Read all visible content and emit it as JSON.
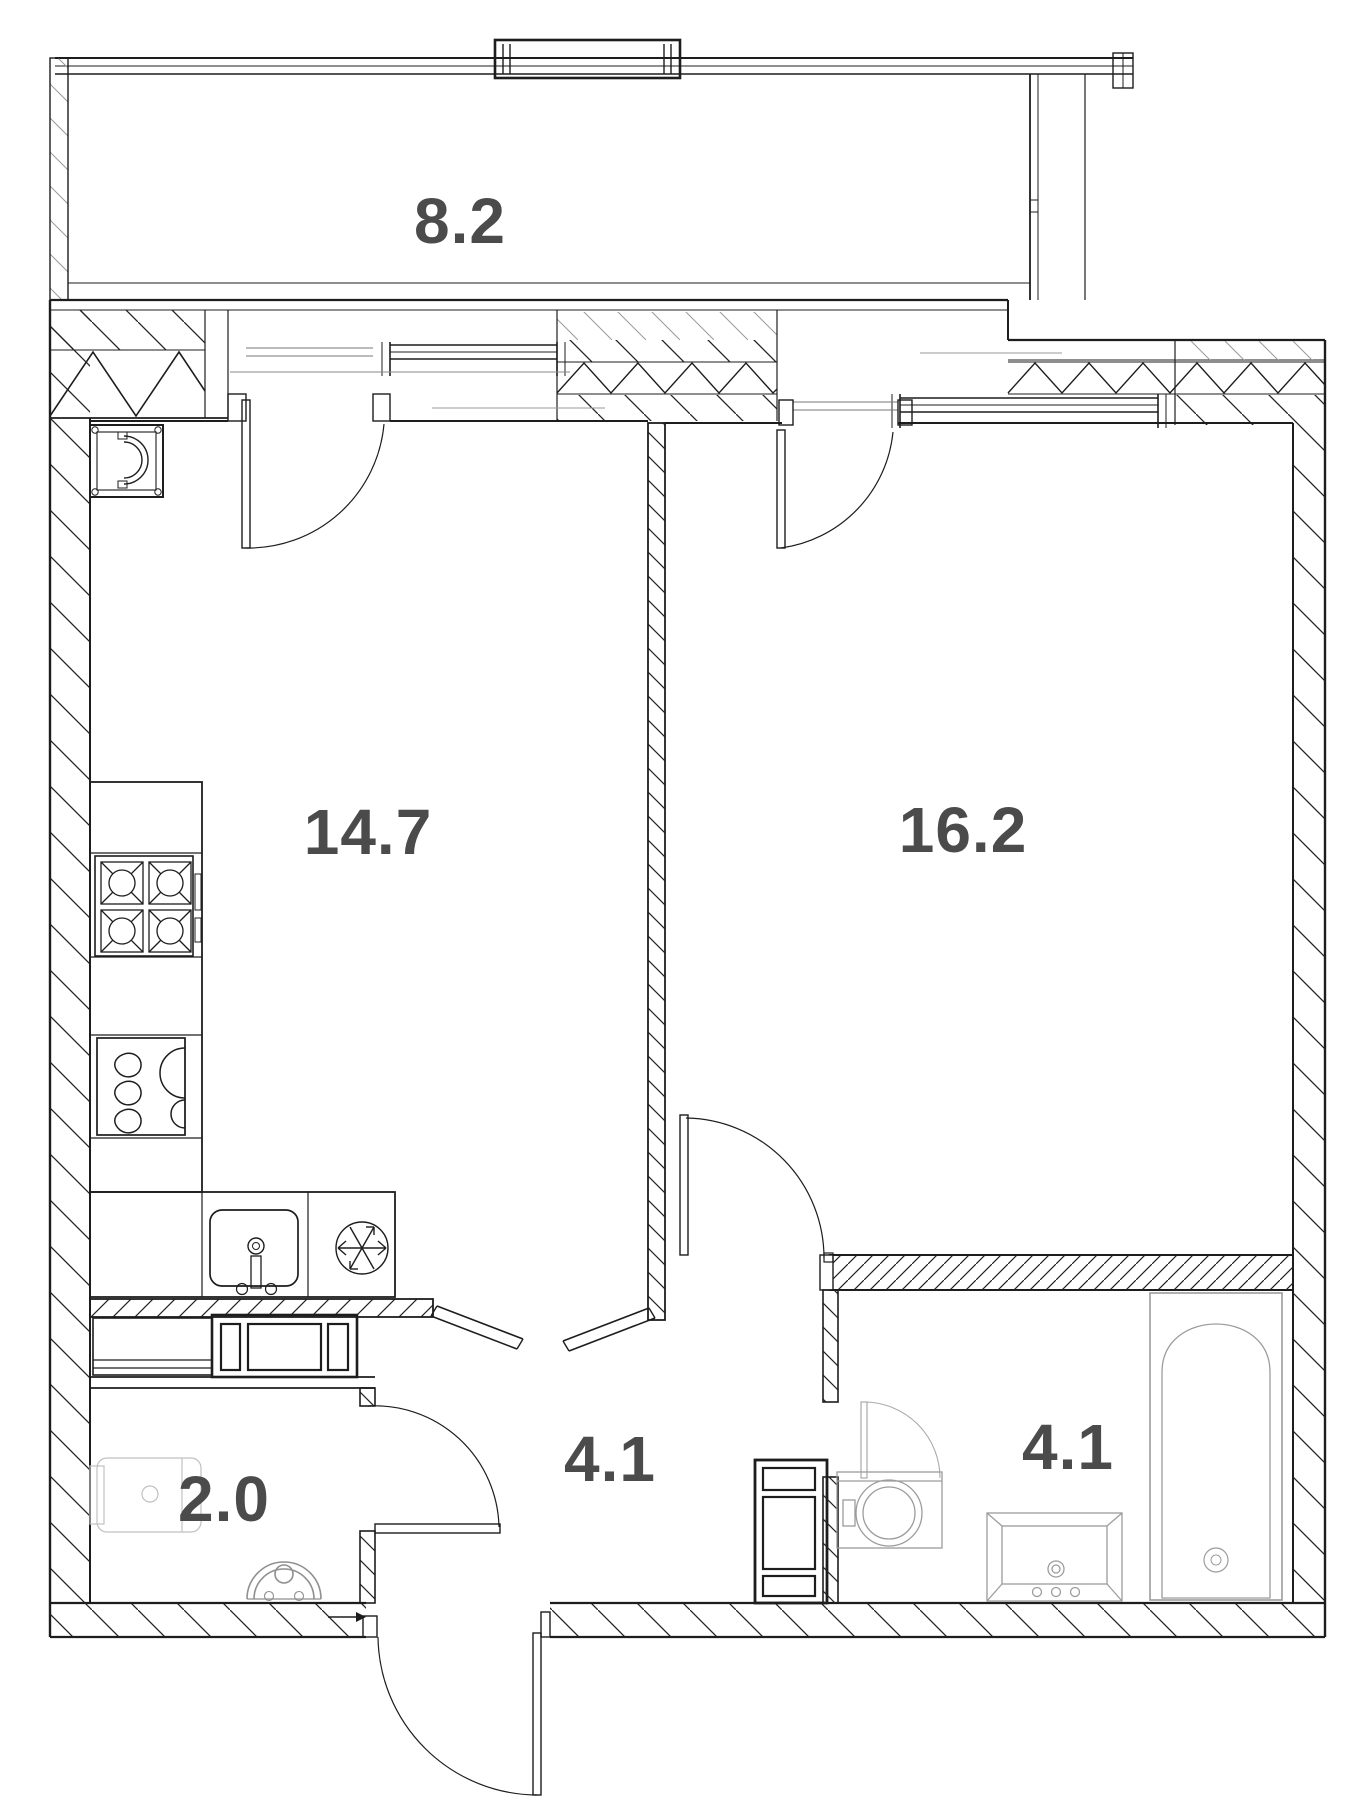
{
  "document_type": "apartment floor plan drawing",
  "rooms": {
    "balcony": {
      "area": "8.2"
    },
    "kitchen_living": {
      "area": "14.7"
    },
    "bedroom": {
      "area": "16.2"
    },
    "hallway": {
      "area": "4.1"
    },
    "bathroom": {
      "area": "4.1"
    },
    "wc": {
      "area": "2.0"
    }
  },
  "fixtures": [
    "stove-icon",
    "dishwasher-icon",
    "kitchen-sink-icon",
    "fridge-snowflake-icon",
    "vent-duct-icon",
    "bathtub-icon",
    "vanity-sink-icon",
    "washing-machine-icon",
    "toilet-icon",
    "wardrobe-icon",
    "hallway-cabinet-icon",
    "entrance-arrow-icon"
  ],
  "colors": {
    "line": "#1d1d1d",
    "furniture": "#9c9c9c",
    "room_label": "#4b4b4b",
    "background": "#ffffff"
  }
}
